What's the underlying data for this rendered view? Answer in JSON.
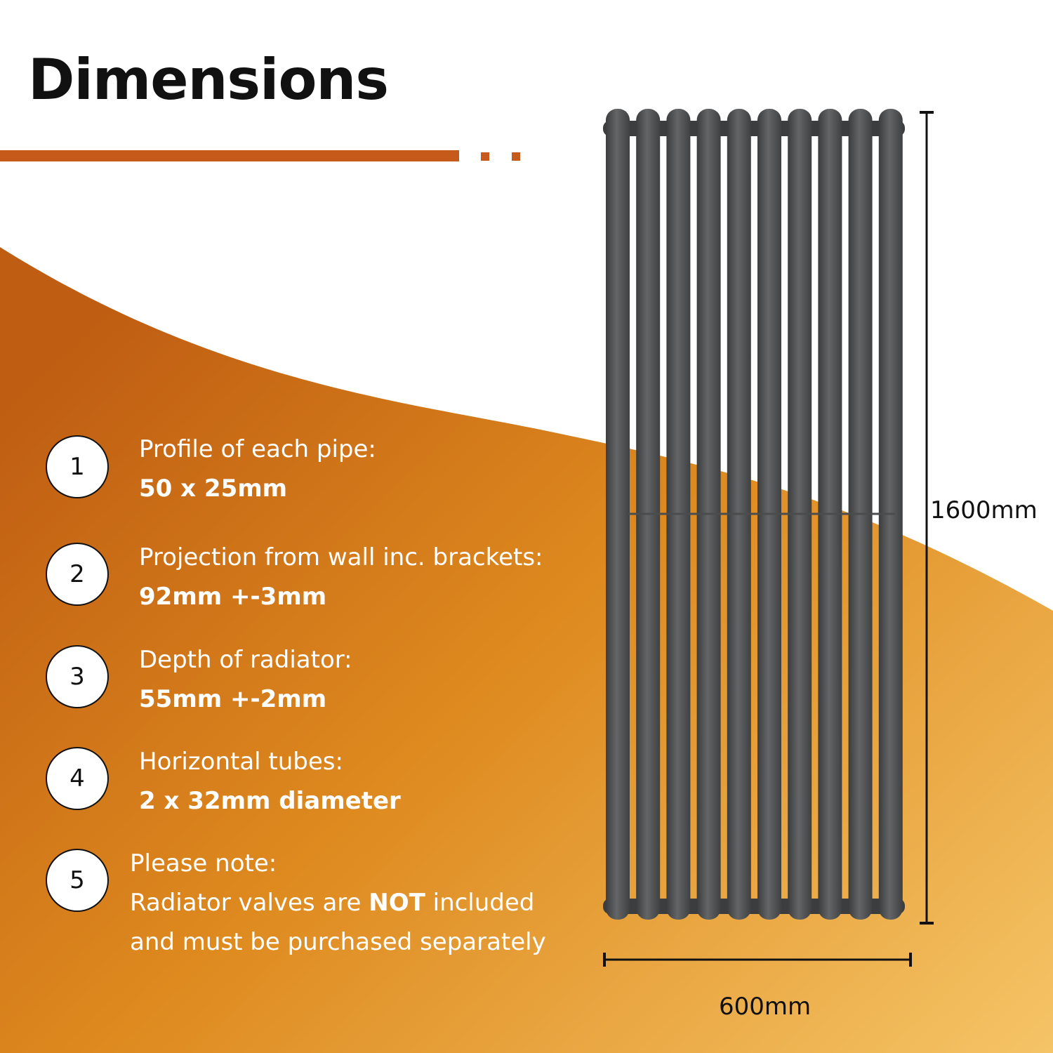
{
  "title": "Dimensions",
  "colors": {
    "accent": "#c55a1b",
    "orange_dark": "#bf5d12",
    "orange_mid": "#de8a1f",
    "orange_light": "#f3c062",
    "pipe": "#56585a"
  },
  "specs": [
    {
      "number": "1",
      "label": "Profile of each pipe:",
      "value": "50 x 25mm"
    },
    {
      "number": "2",
      "label": "Projection from wall inc. brackets:",
      "value": "92mm +-3mm"
    },
    {
      "number": "3",
      "label": "Depth of radiator:",
      "value": "55mm +-2mm"
    },
    {
      "number": "4",
      "label": "Horizontal tubes:",
      "value": "2 x 32mm diameter"
    }
  ],
  "note": {
    "number": "5",
    "label": "Please note:",
    "line1_before": "Radiator valves are ",
    "line1_emphasis": "NOT",
    "line1_after": " included",
    "line2": "and must be purchased separately"
  },
  "dimensions": {
    "height": "1600mm",
    "width": "600mm"
  },
  "radiator": {
    "pipe_count": 10
  }
}
